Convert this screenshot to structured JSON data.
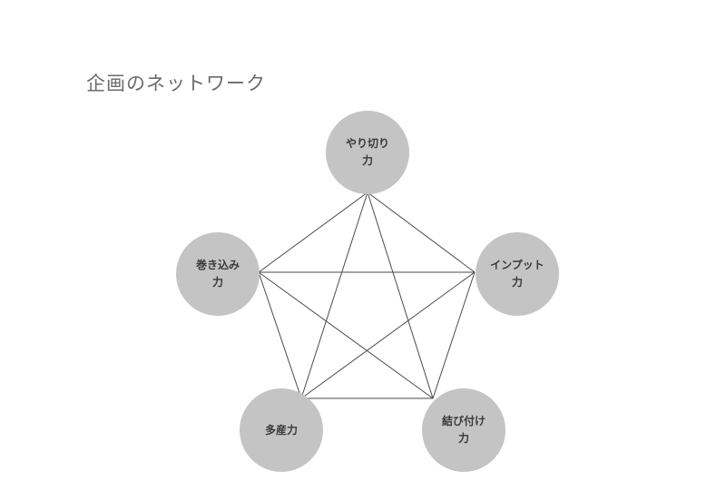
{
  "title": "企画のネットワーク",
  "nodes": [
    {
      "id": "top",
      "label": "やり切り\n力"
    },
    {
      "id": "right",
      "label": "インプット\n力"
    },
    {
      "id": "bottom_right",
      "label": "結び付け\n力"
    },
    {
      "id": "bottom_left",
      "label": "多産力"
    },
    {
      "id": "left",
      "label": "巻き込み\n力"
    }
  ],
  "edges": [
    [
      "top",
      "right"
    ],
    [
      "top",
      "bottom_right"
    ],
    [
      "top",
      "bottom_left"
    ],
    [
      "top",
      "left"
    ],
    [
      "right",
      "bottom_right"
    ],
    [
      "right",
      "bottom_left"
    ],
    [
      "right",
      "left"
    ],
    [
      "bottom_right",
      "bottom_left"
    ],
    [
      "bottom_right",
      "left"
    ],
    [
      "bottom_left",
      "left"
    ]
  ],
  "colors": {
    "node_fill": "#c4c4c4",
    "edge": "#4a4a4a",
    "label": "#3a3a3a",
    "title": "#6b6b6b"
  }
}
